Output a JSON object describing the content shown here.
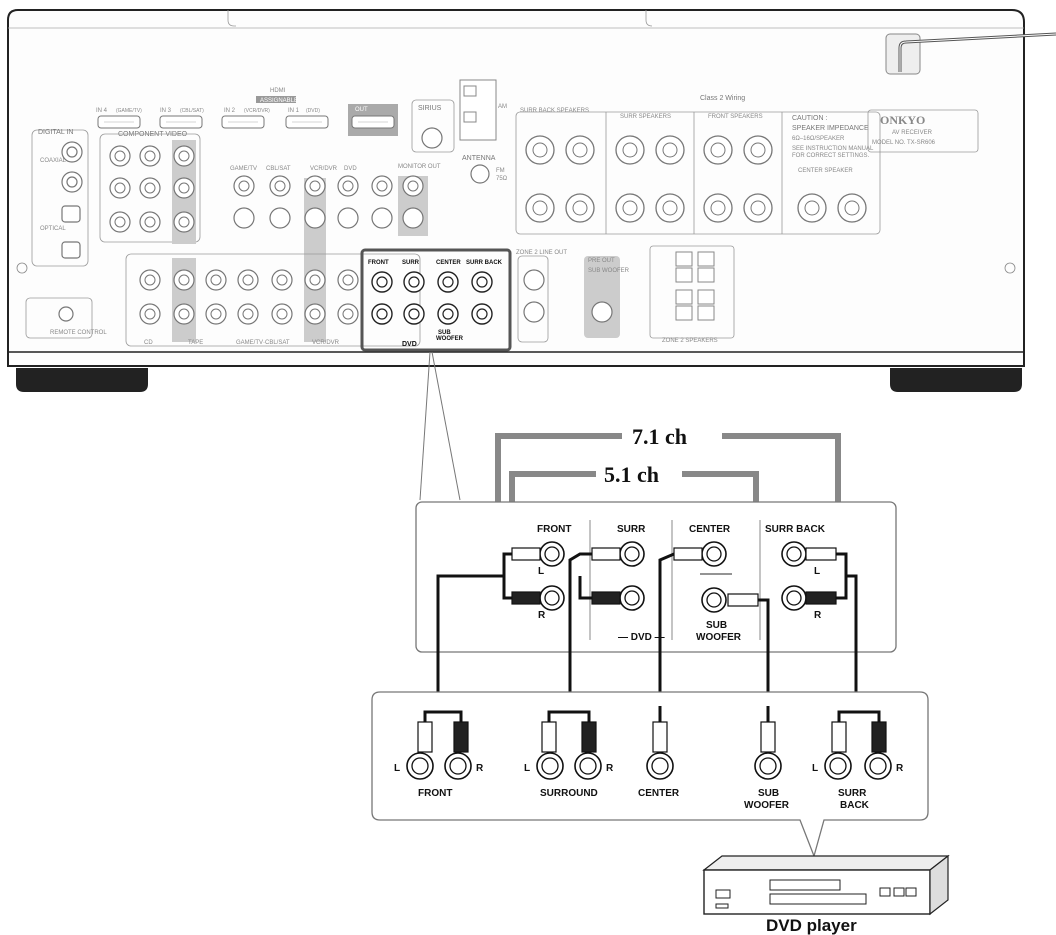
{
  "receiver": {
    "brand": "ONKYO",
    "type": "AV RECEIVER",
    "model": "MODEL NO. TX-SR606",
    "class2": "Class 2 Wiring",
    "caution_title": "CAUTION :",
    "caution_sub": "SPEAKER IMPEDANCE",
    "caution_ohm": "6Ω–16Ω/SPEAKER",
    "caution_note1": "SEE INSTRUCTION MANUAL",
    "caution_note2": "FOR CORRECT SETTINGS.",
    "hdmi": "HDMI",
    "hdmi_assign": "ASSIGNABLE",
    "hdmi_in4": "IN 4",
    "hdmi_in4_src": "(GAME/TV)",
    "hdmi_in3": "IN 3",
    "hdmi_in3_src": "(CBL/SAT)",
    "hdmi_in2": "IN 2",
    "hdmi_in2_src": "(VCR/DVR)",
    "hdmi_in1": "IN 1",
    "hdmi_in1_src": "(DVD)",
    "hdmi_out": "OUT",
    "digital_in": "DIGITAL IN",
    "coaxial": "COAXIAL",
    "optical": "OPTICAL",
    "component_video": "COMPONENT VIDEO",
    "sirius": "SIRIUS",
    "antenna": "ANTENNA",
    "am": "AM",
    "fm": "FM",
    "fm_ohm": "75Ω",
    "surr_back_speakers": "SURR BACK SPEAKERS",
    "surr_speakers": "SURR SPEAKERS",
    "front_speakers": "FRONT SPEAKERS",
    "center_speaker": "CENTER SPEAKER",
    "zone2_line_out": "ZONE 2 LINE OUT",
    "pre_out": "PRE OUT",
    "subwoofer": "SUB WOOFER",
    "zone2_speakers": "ZONE 2 SPEAKERS",
    "remote": "REMOTE CONTROL",
    "monitor_out": "MONITOR OUT",
    "row_game_tv": "GAME/TV",
    "row_cbl_sat": "CBL/SAT",
    "row_vcr_dvr": "VCR/DVR",
    "row_dvd": "DVD",
    "row_cd": "CD",
    "row_tape": "TAPE",
    "row_game_cbl": "GAME/TV·CBL/SAT",
    "ms_front": "FRONT",
    "ms_surr": "SURR",
    "ms_center": "CENTER",
    "ms_surr_back": "SURR BACK",
    "ms_sub": "SUB",
    "ms_woofer": "WOOFER",
    "ms_dvd": "DVD"
  },
  "labels": {
    "ch71": "7.1 ch",
    "ch51": "5.1 ch"
  },
  "panel": {
    "front": "FRONT",
    "surr": "SURR",
    "center": "CENTER",
    "surr_back": "SURR BACK",
    "l": "L",
    "r": "R",
    "sub": "SUB",
    "woofer": "WOOFER",
    "dvd": "— DVD —"
  },
  "player": {
    "front": "FRONT",
    "surround": "SURROUND",
    "center": "CENTER",
    "sub": "SUB",
    "woofer": "WOOFER",
    "surr": "SURR",
    "back": "BACK",
    "l": "L",
    "r": "R",
    "name": "DVD player"
  }
}
